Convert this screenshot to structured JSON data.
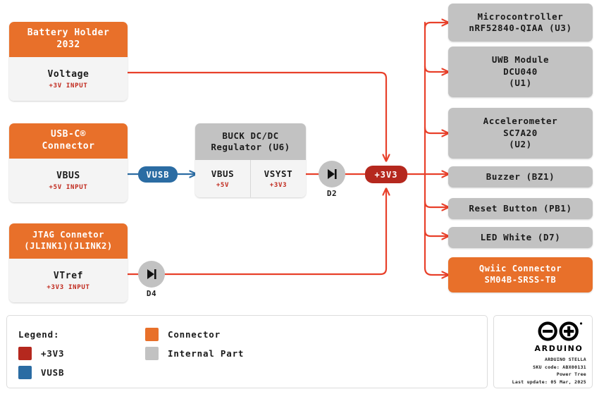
{
  "diagram": {
    "title": "Arduino Stella Power Tree",
    "colors": {
      "connector_orange": "#e8702a",
      "internal_grey": "#c2c2c2",
      "rail_3v3": "#b5281e",
      "rail_vusb": "#2b6ca3",
      "wire_red": "#e8402a",
      "wire_blue": "#2b6ca3"
    },
    "sources": [
      {
        "id": "battery",
        "header": [
          "Battery Holder",
          "2032"
        ],
        "rail": "Voltage",
        "voltage": "+3V INPUT",
        "type": "connector"
      },
      {
        "id": "usbc",
        "header": [
          "USB-C®",
          "Connector"
        ],
        "rail": "VBUS",
        "voltage": "+5V INPUT",
        "type": "connector"
      },
      {
        "id": "jtag",
        "header": [
          "JTAG Connetor",
          "(JLINK1)(JLINK2)"
        ],
        "rail": "VTref",
        "voltage": "+3V3 INPUT",
        "type": "connector"
      }
    ],
    "regulator": {
      "header": [
        "BUCK DC/DC",
        "Regulator (U6)"
      ],
      "inputs": [
        {
          "rail": "VBUS",
          "voltage": "+5V"
        },
        {
          "rail": "VSYST",
          "voltage": "+3V3"
        }
      ]
    },
    "net_badges": [
      {
        "id": "vusb",
        "label": "VUSB",
        "color": "#2b6ca3"
      },
      {
        "id": "v3v3",
        "label": "+3V3",
        "color": "#b5281e"
      }
    ],
    "diodes": [
      {
        "id": "d2",
        "label": "D2"
      },
      {
        "id": "d4",
        "label": "D4"
      }
    ],
    "loads": [
      {
        "id": "u3",
        "lines": [
          "Microcontroller",
          "nRF52840-QIAA (U3)"
        ],
        "type": "internal"
      },
      {
        "id": "u1",
        "lines": [
          "UWB Module",
          "DCU040",
          "(U1)"
        ],
        "type": "internal"
      },
      {
        "id": "u2",
        "lines": [
          "Accelerometer",
          "SC7A20",
          "(U2)"
        ],
        "type": "internal"
      },
      {
        "id": "bz1",
        "lines": [
          "Buzzer (BZ1)"
        ],
        "type": "internal"
      },
      {
        "id": "pb1",
        "lines": [
          "Reset Button (PB1)"
        ],
        "type": "internal"
      },
      {
        "id": "d7",
        "lines": [
          "LED White (D7)"
        ],
        "type": "internal"
      },
      {
        "id": "qwiic",
        "lines": [
          "Qwiic Connector",
          "SM04B-SRSS-TB"
        ],
        "type": "connector"
      }
    ]
  },
  "legend": {
    "title": "Legend:",
    "items": [
      {
        "label": "Connector",
        "color": "#e8702a"
      },
      {
        "label": "+3V3",
        "color": "#b5281e"
      },
      {
        "label": "Internal Part",
        "color": "#c2c2c2"
      },
      {
        "label": "VUSB",
        "color": "#2b6ca3"
      }
    ]
  },
  "brand": {
    "wordmark": "ARDUINO",
    "meta": [
      "ARDUINO STELLA",
      "SKU code: ABX00131",
      "Power Tree",
      "Last update: 05 Mar, 2025"
    ]
  }
}
